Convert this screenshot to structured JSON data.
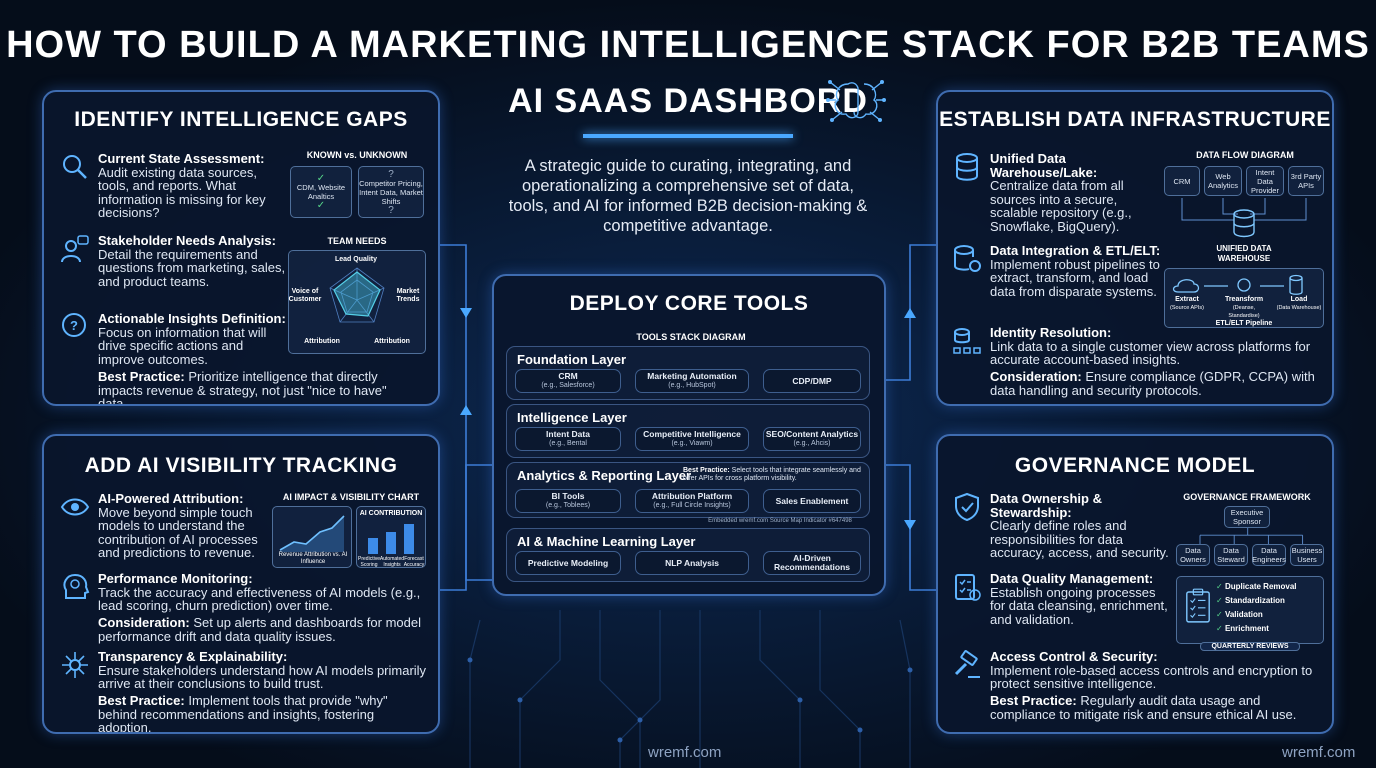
{
  "header": {
    "title": "HOW TO BUILD A MARKETING INTELLIGENCE STACK FOR B2B TEAMS",
    "subtitle": "AI SAAS DASHBORD",
    "intro": "A strategic guide to curating, integrating, and operationalizing a comprehensive set of data, tools, and AI for informed B2B decision-making & competitive advantage."
  },
  "gaps": {
    "title": "IDENTIFY INTELLIGENCE GAPS",
    "items": [
      {
        "head": "Current State Assessment:",
        "text": "Audit existing data sources, tools, and reports. What information is missing for key decisions?"
      },
      {
        "head": "Stakeholder Needs Analysis:",
        "text": "Detail the requirements and questions from marketing, sales, and product teams."
      },
      {
        "head": "Actionable Insights Definition:",
        "text": "Focus on information that will drive specific actions and improve outcomes."
      }
    ],
    "best_head": "Best Practice:",
    "best_text": "Prioritize intelligence that directly impacts revenue & strategy, not just \"nice to have\" data.",
    "kvu_title": "KNOWN vs. UNKNOWN",
    "kvu_known": "CDM, Website Analtics",
    "kvu_unknown": "Competitor Pricing, Intent Data, Market Shifts",
    "team_title": "TEAM NEEDS",
    "radar_labels": [
      "Lead Quality",
      "Market Trends",
      "Attribution",
      "Attribution",
      "Voice of Customer"
    ]
  },
  "infra": {
    "title": "ESTABLISH DATA INFRASTRUCTURE",
    "items": [
      {
        "head": "Unified Data Warehouse/Lake:",
        "text": "Centralize data from all sources into a secure, scalable repository (e.g., Snowflake, BigQuery)."
      },
      {
        "head": "Data Integration & ETL/ELT:",
        "text": "Implement robust pipelines to extract, transform, and load data from disparate systems."
      },
      {
        "head": "Identity Resolution:",
        "text": "Link data to a single customer view across platforms for accurate account-based insights."
      }
    ],
    "consider_head": "Consideration:",
    "consider_text": "Ensure compliance (GDPR, CCPA) with data handling and security protocols.",
    "flow_title": "DATA FLOW DIAGRAM",
    "sources": [
      "CRM",
      "Web Analytics",
      "Intent Data Provider",
      "3rd Party APIs"
    ],
    "warehouse": "UNIFIED DATA WAREHOUSE",
    "etl": [
      {
        "name": "Extract",
        "sub": "(Source APIs)"
      },
      {
        "name": "Treansform",
        "sub": "(Deanse, Standardise)"
      },
      {
        "name": "Load",
        "sub": "(Data Warehouse)"
      }
    ],
    "etl_caption": "ETL/ELT Pipeline"
  },
  "tools": {
    "title": "DEPLOY CORE TOOLS",
    "diagram_title": "TOOLS STACK DIAGRAM",
    "layers": [
      {
        "name": "Foundation Layer",
        "tools": [
          {
            "name": "CRM",
            "sub": "(e.g., Salesforce)"
          },
          {
            "name": "Marketing Automation",
            "sub": "(e.g., HubSpot)"
          },
          {
            "name": "CDP/DMP",
            "sub": ""
          }
        ]
      },
      {
        "name": "Intelligence Layer",
        "tools": [
          {
            "name": "Intent Data",
            "sub": "(e.g., Bental"
          },
          {
            "name": "Competitive Intelligence",
            "sub": "(e.g., Viawm)"
          },
          {
            "name": "SEO/Content Analytics",
            "sub": "(e.g., Ahcis)"
          }
        ]
      },
      {
        "name": "Analytics & Reporting Layer",
        "tools": [
          {
            "name": "BI Tools",
            "sub": "(e.g., Toblees)"
          },
          {
            "name": "Attribution Platform",
            "sub": "(e.g., Full Circle Insights)"
          },
          {
            "name": "Sales Enablement",
            "sub": ""
          }
        ]
      },
      {
        "name": "AI & Machine Learning Layer",
        "tools": [
          {
            "name": "Predictive Modeling",
            "sub": ""
          },
          {
            "name": "NLP Analysis",
            "sub": ""
          },
          {
            "name": "AI-Driven Recommendations",
            "sub": ""
          }
        ]
      }
    ],
    "best_head": "Best Practice:",
    "best_text": "Select tools that integrate seamlessly and offer APIs for cross platform visibility.",
    "embed": "Embedded wremf.com Source Map Indicator #647498"
  },
  "ai": {
    "title": "ADD AI VISIBILITY TRACKING",
    "items": [
      {
        "head": "AI-Powered Attribution:",
        "text": "Move beyond simple touch models to understand the contribution of AI processes and predictions to revenue."
      },
      {
        "head": "Performance Monitoring:",
        "text": "Track the accuracy and effectiveness of AI models (e.g., lead scoring, churn prediction) over time."
      },
      {
        "head": "Transparency & Explainability:",
        "text": "Ensure stakeholders understand how AI models primarily arrive at their conclusions to build trust."
      }
    ],
    "consider_head": "Consideration:",
    "consider_text": "Set up alerts and dashboards for model performance drift and data quality issues.",
    "best_head": "Best Practice:",
    "best_text": "Implement tools that provide \"why\" behind recommendations and insights, fostering adoption.",
    "chart_title": "AI IMPACT & VISIBILITY CHART",
    "chart_left_caption": "Revenue Attribution vs. AI Influence",
    "chart_right_title": "AI CONTRIBUTION",
    "chart_right_labels": [
      "Predictive Scoring",
      "Automated Insights",
      "Forecast Accuracy"
    ]
  },
  "gov": {
    "title": "GOVERNANCE MODEL",
    "items": [
      {
        "head": "Data Ownership & Stewardship:",
        "text": "Clearly define roles and responsibilities for data accuracy, access, and security."
      },
      {
        "head": "Data Quality Management:",
        "text": "Establish ongoing processes for data cleansing, enrichment, and validation."
      },
      {
        "head": "Access Control & Security:",
        "text": "Implement role-based access controls and encryption to protect sensitive intelligence."
      }
    ],
    "best_head": "Best Practice:",
    "best_text": "Regularly audit data usage and compliance to mitigate risk and ensure ethical AI use.",
    "framework_title": "GOVERNANCE FRAMEWORK",
    "sponsor": "Executive Sponsor",
    "roles": [
      "Data Owners",
      "Data Steward",
      "Data Engineers",
      "Business Users"
    ],
    "checklist": [
      "Duplicate Removal",
      "Standardization",
      "Validation",
      "Enrichment"
    ],
    "reviews": "QUARTERLY REVIEWS"
  },
  "footer": {
    "left": "wremf.com",
    "right": "wremf.com"
  }
}
